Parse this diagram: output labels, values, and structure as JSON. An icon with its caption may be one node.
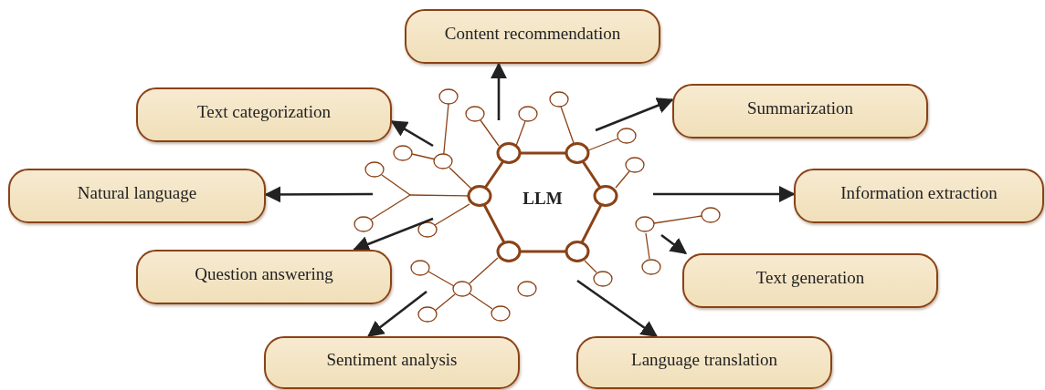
{
  "diagram": {
    "nodes": [
      {
        "text": [
          "LLM"
        ]
      },
      {
        "text": [
          "Content recommendation"
        ]
      },
      {
        "text": [
          "Text categorization"
        ]
      },
      {
        "text": [
          "Summarization"
        ]
      },
      {
        "text": [
          "Natural language"
        ]
      },
      {
        "text": [
          "Information extraction"
        ]
      },
      {
        "text": [
          "Question answering"
        ]
      },
      {
        "text": [
          "Text generation"
        ]
      },
      {
        "text": [
          "Sentiment analysis"
        ]
      },
      {
        "text": [
          "Language translation"
        ]
      }
    ],
    "edges": [
      {
        "from": null,
        "to": 1,
        "arrow": "to"
      },
      {
        "from": null,
        "to": 2,
        "arrow": "to"
      },
      {
        "from": null,
        "to": 3,
        "arrow": "to"
      },
      {
        "from": null,
        "to": 4,
        "arrow": "to"
      },
      {
        "from": null,
        "to": 5,
        "arrow": "to"
      },
      {
        "from": null,
        "to": 6,
        "arrow": "to"
      },
      {
        "from": null,
        "to": 7,
        "arrow": "to"
      },
      {
        "from": null,
        "to": 8,
        "arrow": "to"
      },
      {
        "from": null,
        "to": 9,
        "arrow": "to"
      }
    ]
  }
}
